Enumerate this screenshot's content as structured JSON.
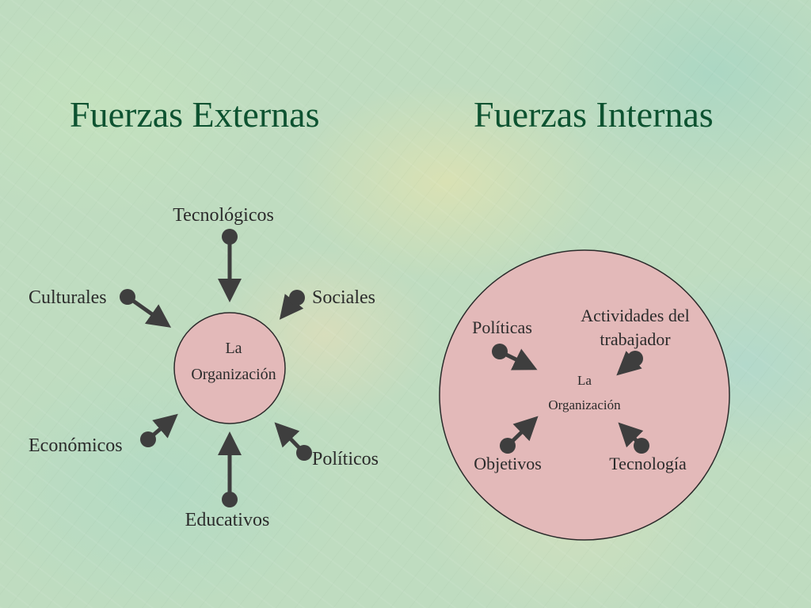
{
  "titles": {
    "external": "Fuerzas Externas",
    "internal": "Fuerzas Internas"
  },
  "external": {
    "center_line1": "La",
    "center_line2": "Organización",
    "forces": {
      "tecnologicos": "Tecnológicos",
      "culturales": "Culturales",
      "sociales": "Sociales",
      "economicos": "Económicos",
      "politicos": "Políticos",
      "educativos": "Educativos"
    }
  },
  "internal": {
    "center_line1": "La",
    "center_line2": "Organización",
    "forces": {
      "politicas": "Políticas",
      "actividades_line1": "Actividades del",
      "actividades_line2": "trabajador",
      "objetivos": "Objetivos",
      "tecnologia": "Tecnología"
    }
  },
  "colors": {
    "title": "#0d5230",
    "circle_fill": "#e3b9b9",
    "arrow": "#3e3e3e",
    "label": "#2b2b2b"
  }
}
